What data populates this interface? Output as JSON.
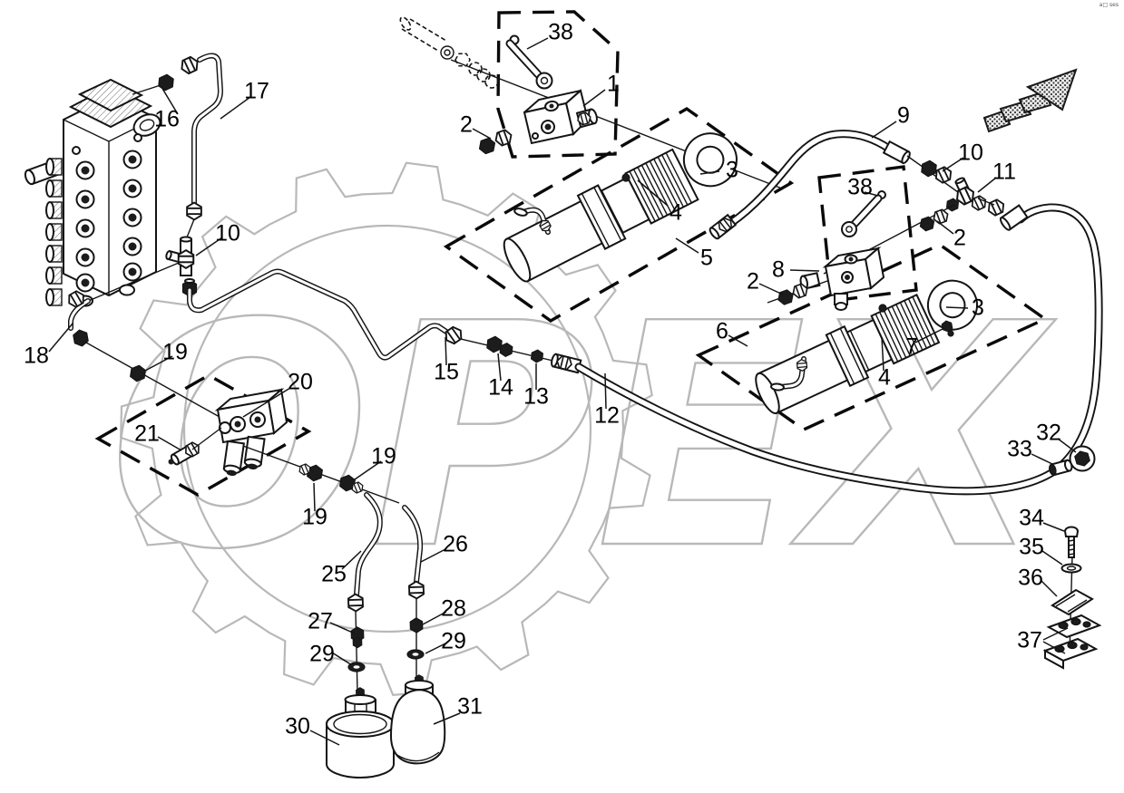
{
  "page": {
    "watermark_text": "OPEX",
    "corner_mark": "a□ ses",
    "background": "#ffffff"
  },
  "colors": {
    "line": "#141414",
    "watermark": "#b8b8b8",
    "dashed_box": "#0a0a0a"
  },
  "callouts": [
    {
      "n": "16"
    },
    {
      "n": "17"
    },
    {
      "n": "10"
    },
    {
      "n": "18"
    },
    {
      "n": "19"
    },
    {
      "n": "20"
    },
    {
      "n": "21"
    },
    {
      "n": "19"
    },
    {
      "n": "19"
    },
    {
      "n": "25"
    },
    {
      "n": "26"
    },
    {
      "n": "27"
    },
    {
      "n": "28"
    },
    {
      "n": "29"
    },
    {
      "n": "29"
    },
    {
      "n": "30"
    },
    {
      "n": "31"
    },
    {
      "n": "15"
    },
    {
      "n": "14"
    },
    {
      "n": "13"
    },
    {
      "n": "12"
    },
    {
      "n": "38"
    },
    {
      "n": "1"
    },
    {
      "n": "2"
    },
    {
      "n": "3"
    },
    {
      "n": "4"
    },
    {
      "n": "5"
    },
    {
      "n": "9"
    },
    {
      "n": "10"
    },
    {
      "n": "11"
    },
    {
      "n": "38"
    },
    {
      "n": "2"
    },
    {
      "n": "8"
    },
    {
      "n": "2"
    },
    {
      "n": "6"
    },
    {
      "n": "3"
    },
    {
      "n": "7"
    },
    {
      "n": "4"
    },
    {
      "n": "32"
    },
    {
      "n": "33"
    },
    {
      "n": "34"
    },
    {
      "n": "35"
    },
    {
      "n": "36"
    },
    {
      "n": "37"
    }
  ]
}
